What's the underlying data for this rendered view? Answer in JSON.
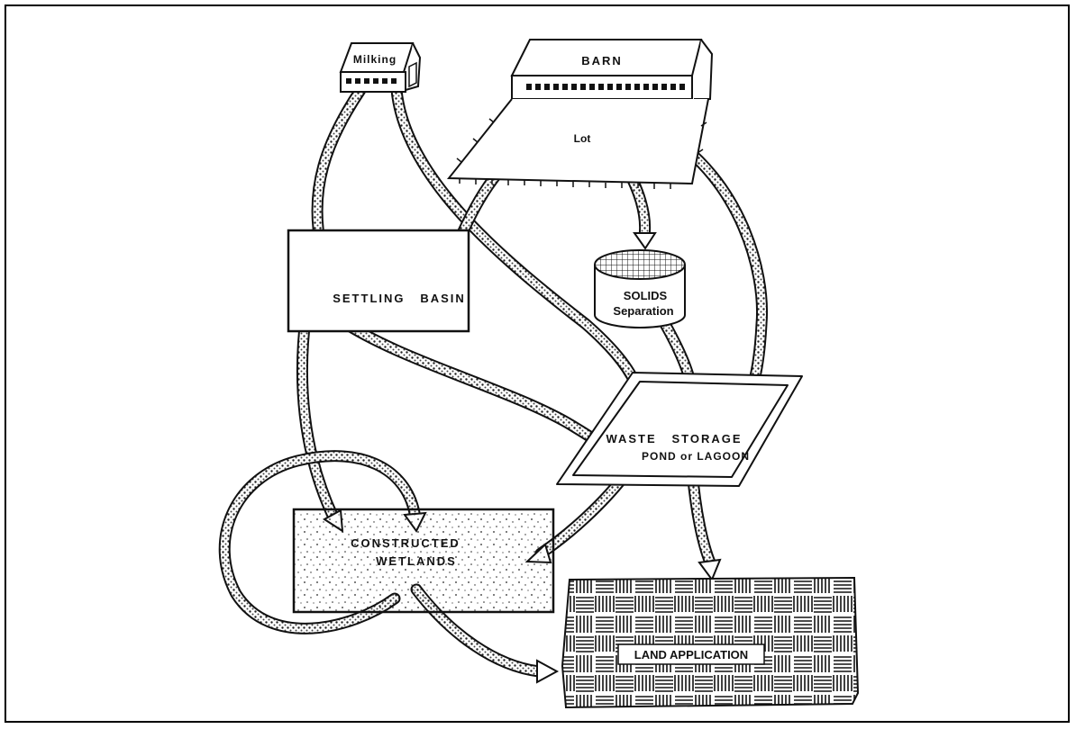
{
  "diagram": {
    "nodes": {
      "milking": "Milking",
      "barn": "BARN",
      "lot": "Lot",
      "settling_basin": "SETTLING   BASIN",
      "solids_line1": "SOLIDS",
      "solids_line2": "Separation",
      "waste_line1": "WASTE   STORAGE",
      "waste_line2": "POND or LAGOON",
      "wetlands_line1": "CONSTRUCTED",
      "wetlands_line2": "WETLANDS",
      "land_application": "LAND APPLICATION"
    },
    "colors": {
      "ink": "#111111",
      "paper": "#ffffff"
    }
  }
}
